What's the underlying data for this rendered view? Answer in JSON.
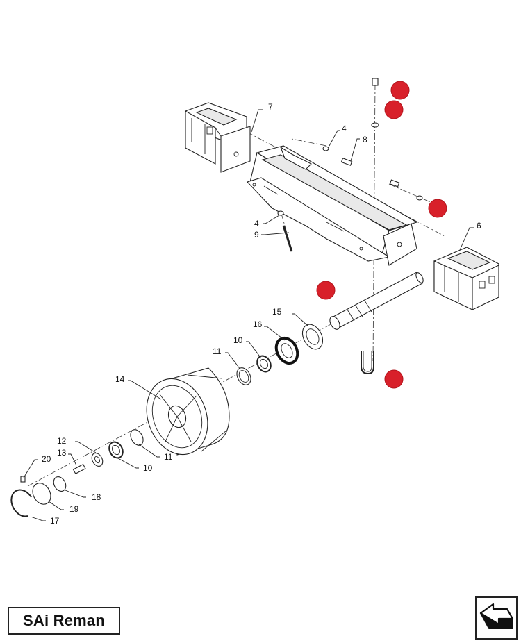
{
  "brand": {
    "label": "SAi Reman"
  },
  "nav": {
    "icon": "previous-page-arrow-icon"
  },
  "callouts": {
    "c4a": "4",
    "c8": "8",
    "c7": "7",
    "c6": "6",
    "c4b": "4",
    "c9": "9",
    "c15": "15",
    "c16": "16",
    "c10a": "10",
    "c11a": "11",
    "c14": "14",
    "c11b": "11",
    "c10b": "10",
    "c12": "12",
    "c13": "13",
    "c20": "20",
    "c18": "18",
    "c19": "19",
    "c17": "17"
  },
  "colors": {
    "hotspot": "#d8202a",
    "line": "#222222"
  }
}
